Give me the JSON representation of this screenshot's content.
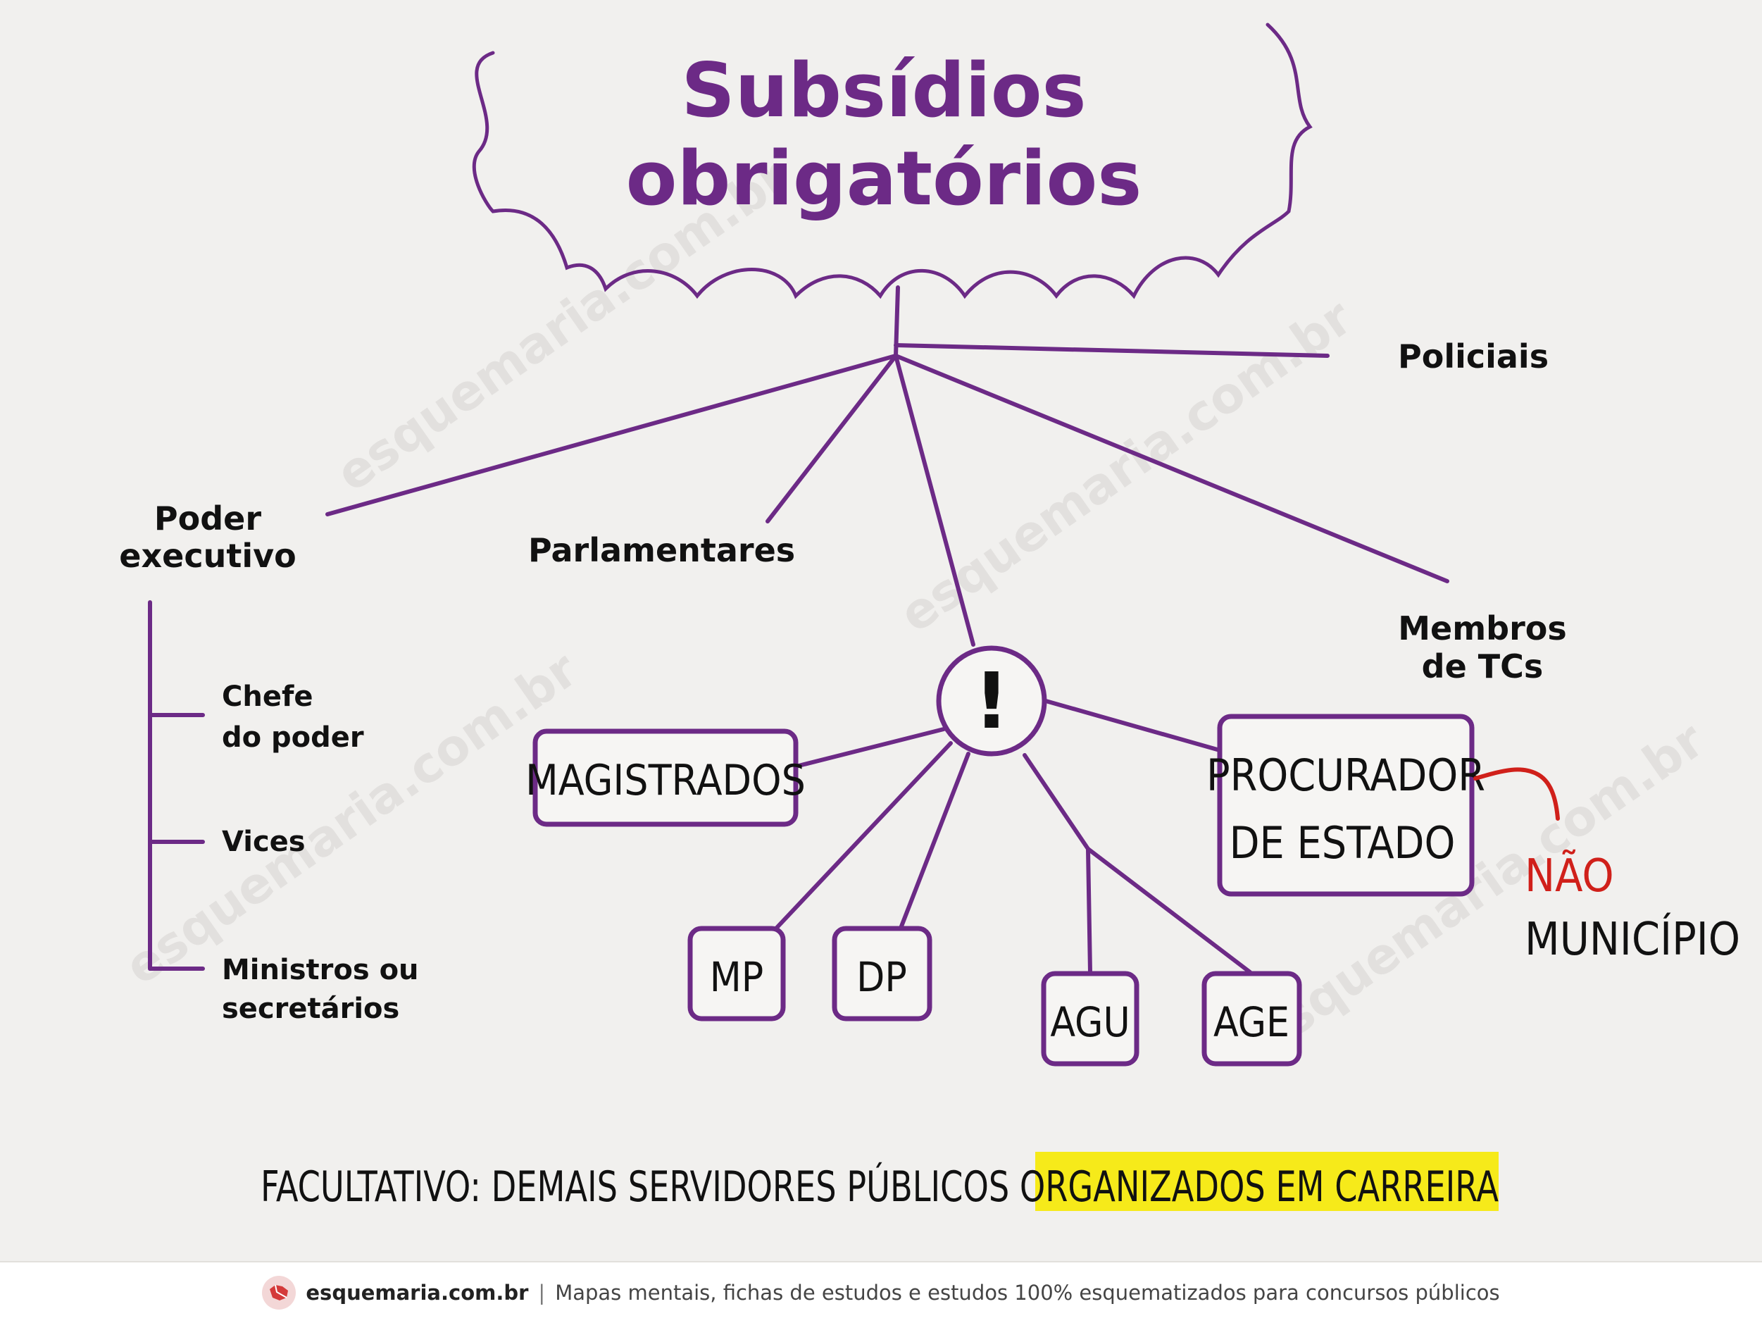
{
  "title": {
    "line1": "Subsídios",
    "line2": "obrigatórios"
  },
  "branches": {
    "policiais": "Policiais",
    "poder_executivo": [
      "Poder",
      "executivo"
    ],
    "parlamentares": "Parlamentares",
    "membros_tcs": [
      "Membros",
      "de TCs"
    ]
  },
  "executivo_items": [
    [
      "Chefe",
      "do poder"
    ],
    [
      "Vices"
    ],
    [
      "Ministros ou",
      "secretários"
    ]
  ],
  "center_symbol": "!",
  "boxes": {
    "magistrados": "MAGISTRADOS",
    "procurador": [
      "PROCURADOR",
      "DE ESTADO"
    ],
    "mp": "MP",
    "dp": "DP",
    "agu": "AGU",
    "age": "AGE"
  },
  "note": {
    "nao": "NÃO",
    "municipio": "MUNICÍPIO"
  },
  "bottom": {
    "prefix": "FACULTATIVO: DEMAIS SERVIDORES PÚBLICOS ",
    "highlight": "ORGANIZADOS EM CARREIRA"
  },
  "footer": {
    "brand": "esquemaria.com.br",
    "separator": "|",
    "tagline": "Mapas mentais, fichas de estudos e estudos 100% esquematizados para concursos públicos"
  },
  "watermark": "esquemaria.com.br",
  "colors": {
    "accent": "#6c2a86",
    "highlight": "#f6ea1a",
    "note_red": "#d0201a"
  }
}
